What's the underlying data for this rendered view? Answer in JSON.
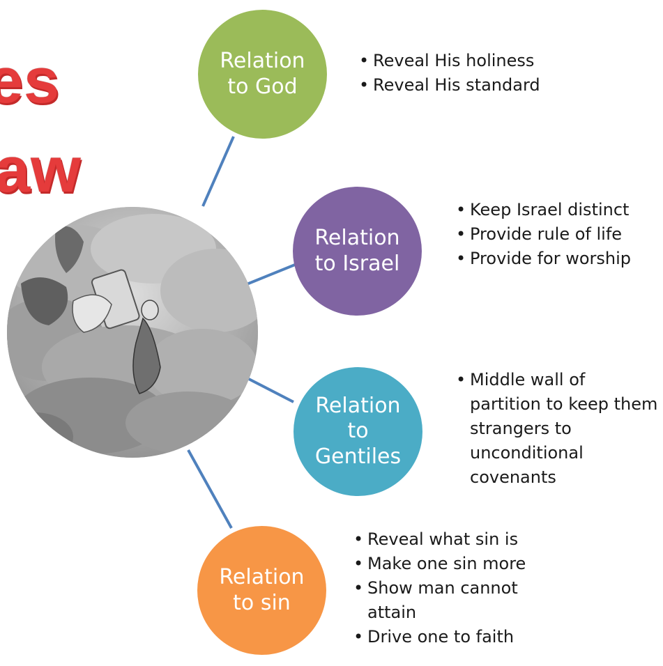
{
  "title_fragments": [
    "es",
    "aw"
  ],
  "colors": {
    "title": "#e53b3b",
    "connector": "#4f81bd",
    "god": "#9bbb59",
    "israel": "#8064a2",
    "gentiles": "#4bacc6",
    "sin": "#f79646"
  },
  "center_image": "engraving of Moses receiving the tablets among clouds",
  "nodes": [
    {
      "key": "god",
      "label_lines": [
        "Relation",
        "to God"
      ],
      "bullets": [
        "Reveal His holiness",
        "Reveal His standard"
      ]
    },
    {
      "key": "israel",
      "label_lines": [
        "Relation",
        "to Israel"
      ],
      "bullets": [
        "Keep Israel distinct",
        "Provide rule of life",
        "Provide for worship"
      ]
    },
    {
      "key": "gentiles",
      "label_lines": [
        "Relation",
        "to",
        "Gentiles"
      ],
      "bullets": [
        "Middle wall of partition to keep them strangers to unconditional covenants"
      ]
    },
    {
      "key": "sin",
      "label_lines": [
        "Relation",
        "to sin"
      ],
      "bullets": [
        "Reveal what sin is",
        "Make one sin more",
        "Show man cannot attain",
        "Drive one to faith"
      ]
    }
  ]
}
